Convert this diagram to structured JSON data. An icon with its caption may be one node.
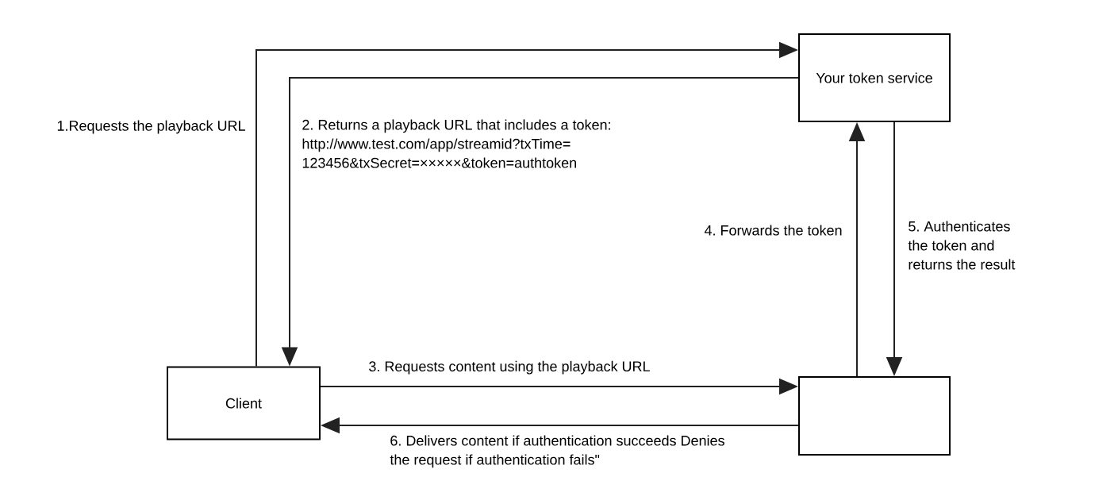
{
  "diagram": {
    "nodes": [
      {
        "text": [
          "Your token service"
        ]
      },
      {
        "text": [
          "Client"
        ]
      },
      {
        "text": [],
        "shape": "box"
      }
    ],
    "edges": [
      {
        "from": 1,
        "to": 0,
        "arrow": "to",
        "label": "1.Requests the playback URL"
      },
      {
        "from": 0,
        "to": 1,
        "arrow": "to",
        "label": "2. Returns a playback URL that includes a token: http://www.test.com/app/streamid?txTime= 123456&txSecret=×××××&token=authtoken"
      },
      {
        "from": 1,
        "to": 2,
        "arrow": "to",
        "label": "3. Requests content using the playback URL"
      },
      {
        "from": 2,
        "to": 0,
        "arrow": "to",
        "label": "4. Forwards the token"
      },
      {
        "from": 0,
        "to": 2,
        "arrow": "to",
        "label": "5. Authenticates the token and returns the result"
      },
      {
        "from": 2,
        "to": 1,
        "arrow": "to",
        "label": "6. Delivers content if authentication succeeds Denies the request if authentication fails\""
      }
    ]
  }
}
